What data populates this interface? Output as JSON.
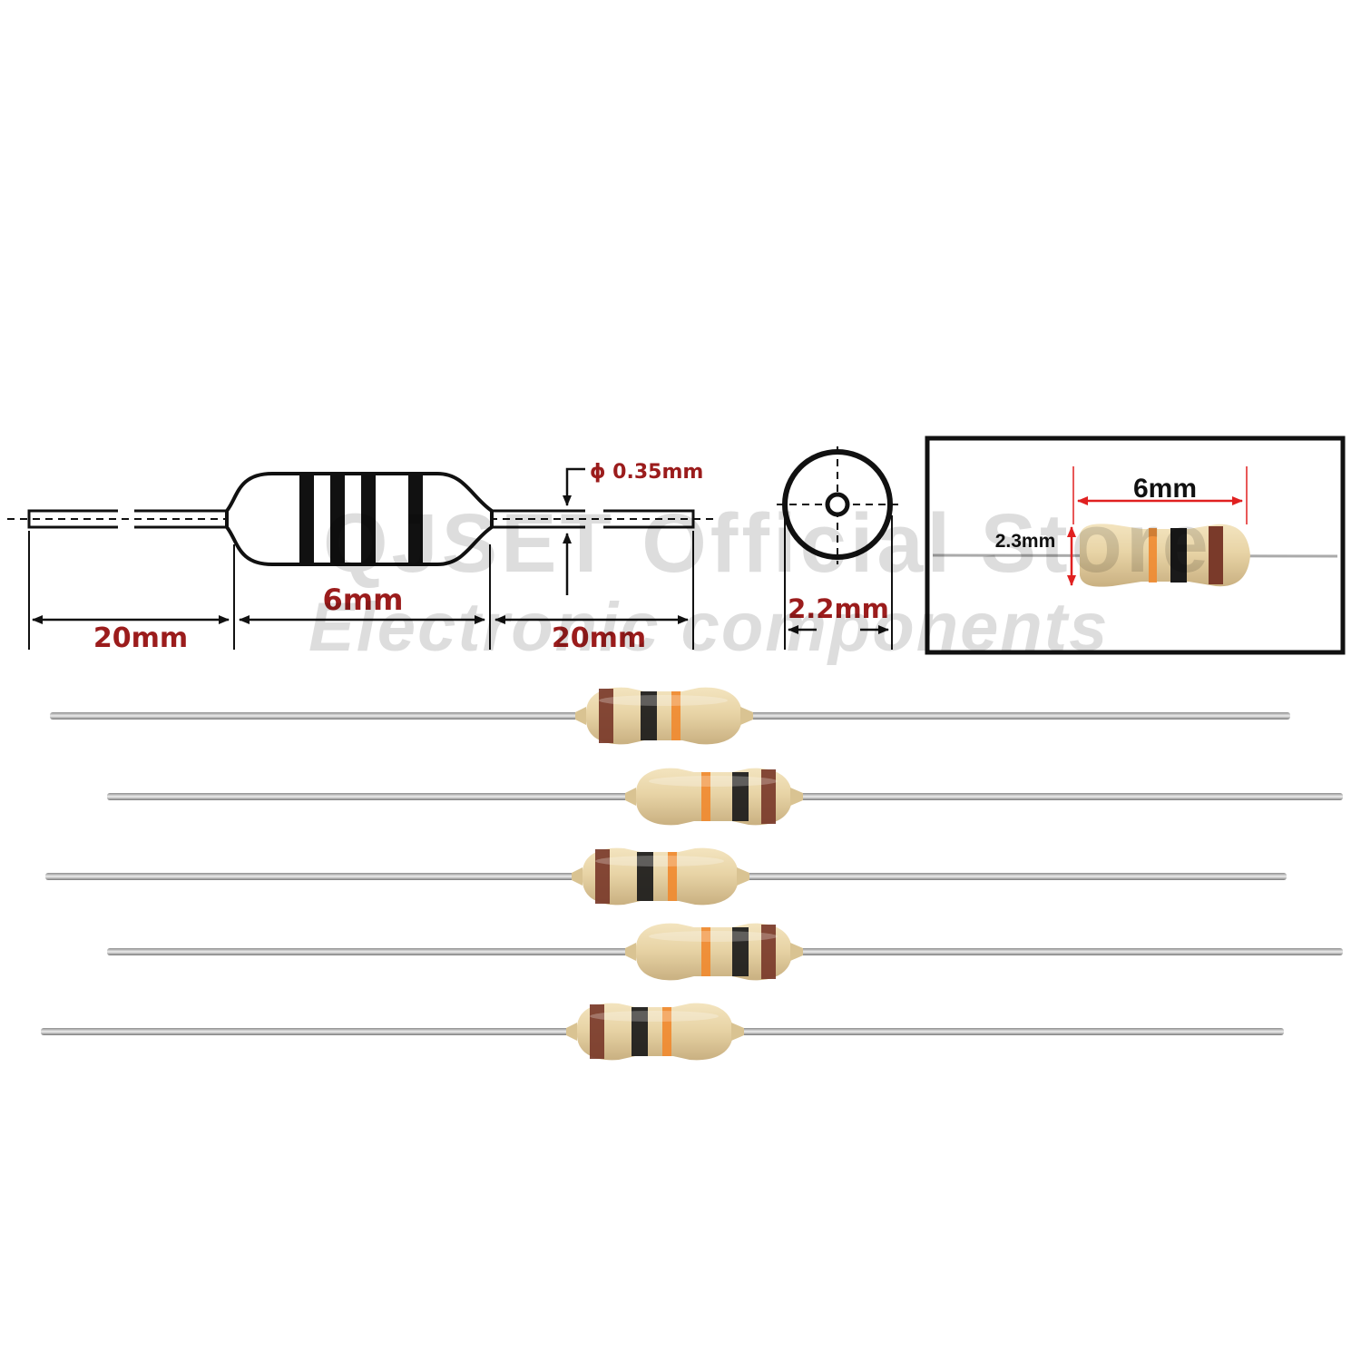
{
  "dimensions": {
    "lead_left": "20mm",
    "body_length": "6mm",
    "lead_right": "20mm",
    "lead_diameter": "ϕ 0.35mm",
    "body_diameter": "2.2mm"
  },
  "photo_inset": {
    "length_label": "6mm",
    "height_label": "2.3mm"
  },
  "watermark": {
    "line1": "QJSET Official Store",
    "line2": "Electronic components"
  },
  "colors": {
    "dimension_text": "#9b1c1c",
    "arrow_red": "#e02020",
    "resistor_body": "#e6d2a4",
    "band_brown": "#7a3a2a",
    "band_black": "#1a1a1a",
    "band_orange": "#f08a30"
  },
  "resistors": [
    {
      "bands": [
        "brown",
        "black",
        "orange"
      ],
      "orientation": "left-to-right"
    },
    {
      "bands": [
        "orange",
        "black",
        "brown"
      ],
      "orientation": "right-to-left"
    },
    {
      "bands": [
        "brown",
        "black",
        "orange"
      ],
      "orientation": "left-to-right"
    },
    {
      "bands": [
        "orange",
        "black",
        "brown"
      ],
      "orientation": "right-to-left"
    },
    {
      "bands": [
        "brown",
        "black",
        "orange"
      ],
      "orientation": "left-to-right"
    }
  ]
}
